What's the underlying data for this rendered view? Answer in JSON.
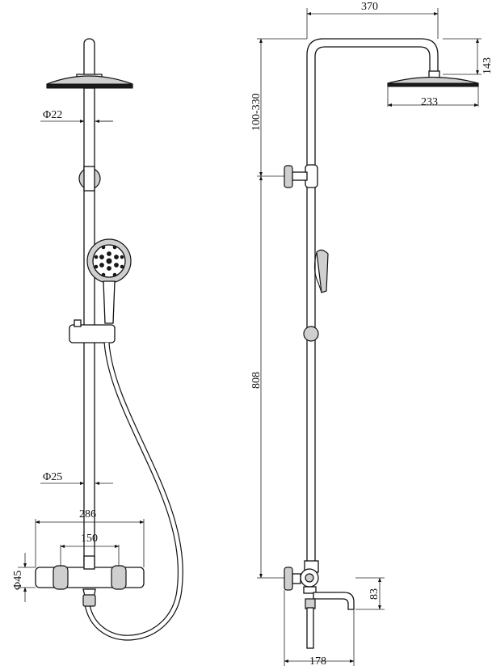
{
  "dimensions": {
    "head_width": "370",
    "head_height": "143",
    "head_diameter": "233",
    "arm_height": "100-330",
    "rail_length": "808",
    "pipe_diameter": "Φ22",
    "rail_diameter": "Φ25",
    "mixer_width": "286",
    "inlet_centers": "150",
    "mixer_diameter": "Φ45",
    "spout_height": "83",
    "spout_reach": "178"
  }
}
